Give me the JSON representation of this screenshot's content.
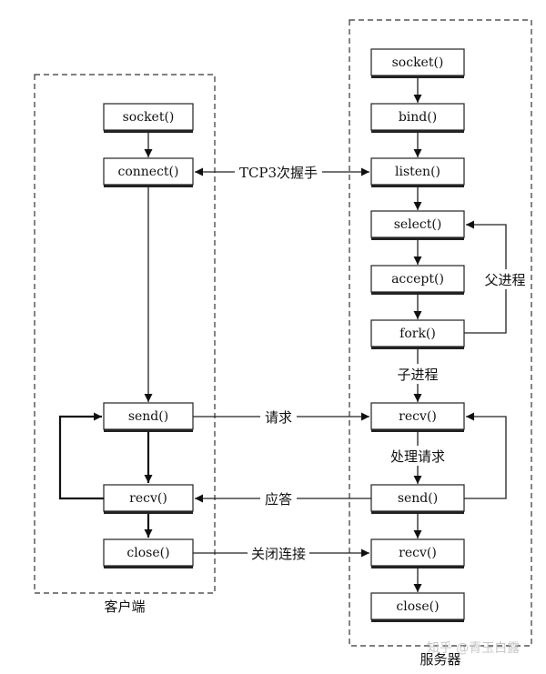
{
  "regions": {
    "client_label": "客户端",
    "server_label": "服务器"
  },
  "client": {
    "socket": "socket()",
    "connect": "connect()",
    "send": "send()",
    "recv": "recv()",
    "close": "close()"
  },
  "server": {
    "socket": "socket()",
    "bind": "bind()",
    "listen": "listen()",
    "select": "select()",
    "accept": "accept()",
    "fork": "fork()",
    "recv": "recv()",
    "send": "send()",
    "recv2": "recv()",
    "close": "close()"
  },
  "labels": {
    "handshake": "TCP3次握手",
    "parent_process": "父进程",
    "child_process": "子进程",
    "request": "请求",
    "handle_request": "处理请求",
    "response": "应答",
    "close_connection": "关闭连接"
  },
  "watermark": "知乎 @青玉白露"
}
